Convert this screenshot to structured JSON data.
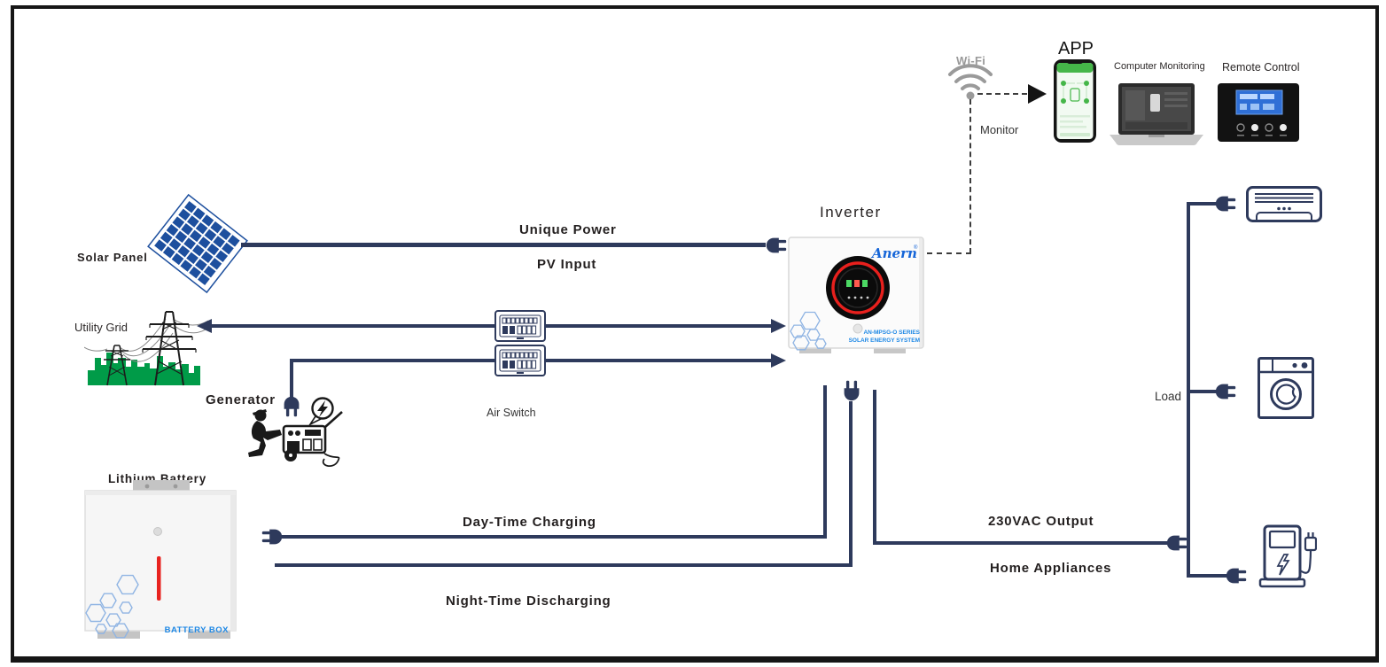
{
  "labels": {
    "solar_panel": "Solar Panel",
    "utility_grid": "Utility Grid",
    "generator": "Generator",
    "lithium_battery": "Lithium Battery",
    "battery_box": "BATTERY BOX",
    "inverter": "Inverter",
    "inverter_brand": "Anern",
    "inverter_reg": "®",
    "inverter_series_1": "AN-MPSG-O SERIES",
    "inverter_series_2": "SOLAR ENERGY SYSTEM",
    "wifi": "Wi-Fi",
    "monitor": "Monitor",
    "app": "APP",
    "computer_monitoring": "Computer Monitoring",
    "remote_control": "Remote Control",
    "unique_power": "Unique Power",
    "pv_input": "PV Input",
    "air_switch": "Air Switch",
    "day_time_charging": "Day-Time Charging",
    "night_time_discharging": "Night-Time Discharging",
    "vac_output": "230VAC Output",
    "home_appliances": "Home Appliances",
    "load": "Load"
  },
  "colors": {
    "line_navy": "#2e3a5c",
    "text_dark": "#231f1f",
    "wifi_gray": "#9a9a9a",
    "brand_blue": "#1565d8",
    "series_blue": "#1e88e5",
    "app_green": "#45b649",
    "grid_green": "#009b48",
    "panel_blue": "#1d4f9e",
    "ring_red": "#e8201d",
    "hex_blue": "#8fb4e3"
  }
}
